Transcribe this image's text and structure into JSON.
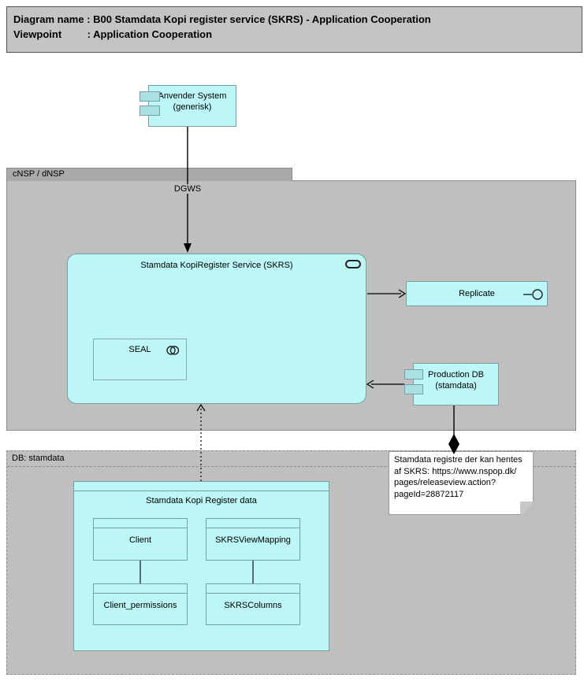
{
  "diagram_title": {
    "line1": "Diagram name : B00 Stamdata Kopi register service (SKRS) - Application Cooperation",
    "line2": "Viewpoint         : Application Cooperation"
  },
  "containers": {
    "cnsp": {
      "label": "cNSP / dNSP"
    },
    "db_stamdata": {
      "label": "DB: stamdata"
    }
  },
  "nodes": {
    "anvender_system": {
      "line1": "Anvender System",
      "line2": "(generisk)"
    },
    "skrs_service": {
      "label": "Stamdata KopiRegister Service (SKRS)"
    },
    "seal": {
      "label": "SEAL"
    },
    "replicate": {
      "label": "Replicate"
    },
    "production_db": {
      "line1": "Production DB",
      "line2": "(stamdata)"
    },
    "data_group": {
      "title": "Stamdata Kopi Register data",
      "objects": {
        "client": "Client",
        "view_mapping": "SKRSViewMapping",
        "client_permissions": "Client_permissions",
        "skrs_columns": "SKRSColumns"
      }
    }
  },
  "labels": {
    "dgws": "DGWS"
  },
  "note": {
    "lines": [
      "Stamdata registre der kan hentes",
      "af SKRS: https://www.nspop.dk/",
      "pages/releaseview.action?",
      "pageId=28872117"
    ]
  },
  "connections": [
    {
      "from": "Anvender System (generisk)",
      "to": "Stamdata KopiRegister Service (SKRS)",
      "type": "flow-arrow",
      "label": "DGWS"
    },
    {
      "from": "Stamdata KopiRegister Service (SKRS)",
      "to": "Replicate",
      "type": "open-arrow"
    },
    {
      "from": "Production DB (stamdata)",
      "to": "Stamdata KopiRegister Service (SKRS)",
      "type": "open-arrow"
    },
    {
      "from": "Production DB (stamdata)",
      "to": "note",
      "type": "aggregation-diamond"
    },
    {
      "from": "Stamdata Kopi Register data",
      "to": "Stamdata KopiRegister Service (SKRS)",
      "type": "dotted-open-arrow"
    },
    {
      "from": "Client",
      "to": "Client_permissions",
      "type": "line"
    },
    {
      "from": "SKRSViewMapping",
      "to": "SKRSColumns",
      "type": "line"
    }
  ],
  "colors": {
    "shape_fill": "#bcf6f6",
    "shape_port_fill": "#a9e0e4",
    "shape_border": "#78a0a3",
    "container_fill": "#bfbfbf",
    "container_tab_fill": "#a9a9a9",
    "title_bar_fill": "#c4c4c4",
    "note_fill": "#ffffff",
    "connector": "#000000"
  }
}
